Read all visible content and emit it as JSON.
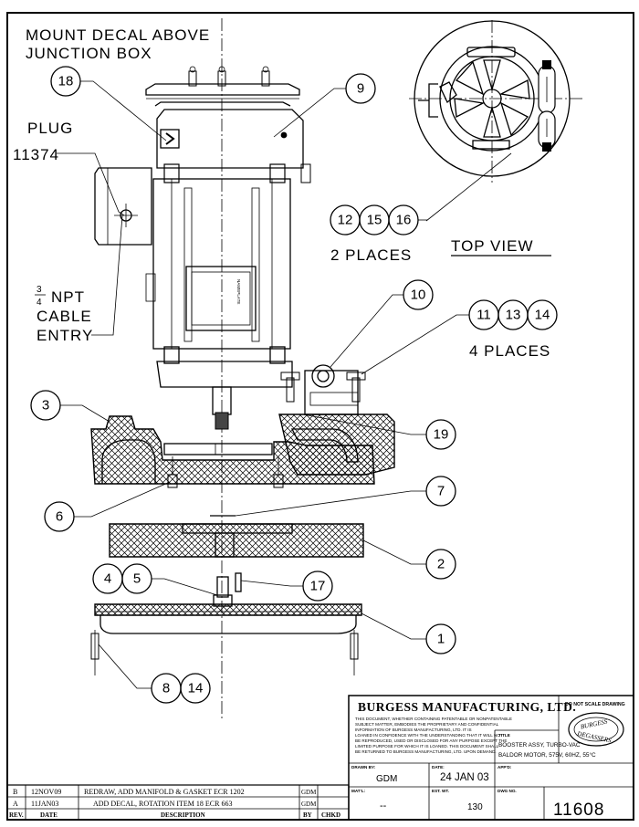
{
  "notes": {
    "mount_decal_line1": "MOUNT DECAL ABOVE",
    "mount_decal_line2": "JUNCTION BOX",
    "plug_label": "PLUG",
    "plug_number": "11374",
    "npt_fraction_num": "3",
    "npt_fraction_den": "4",
    "npt_label": "NPT",
    "cable_label": "CABLE",
    "entry_label": "ENTRY",
    "places_2": "2 PLACES",
    "places_4": "4 PLACES",
    "top_view": "TOP VIEW",
    "nameplate": "NAMEPLATE"
  },
  "balloons": {
    "b18": "18",
    "b9": "9",
    "b12": "12",
    "b15": "15",
    "b16": "16",
    "b10": "10",
    "b11": "11",
    "b13": "13",
    "b14a": "14",
    "b3": "3",
    "b19": "19",
    "b6": "6",
    "b7": "7",
    "b2": "2",
    "b4": "4",
    "b5": "5",
    "b17": "17",
    "b1": "1",
    "b8": "8",
    "b14b": "14"
  },
  "title_block": {
    "company": "BURGESS MANUFACTURING, LTD.",
    "do_not_scale": "DO NOT SCALE DRAWING",
    "disclaimer_lines": [
      "THIS DOCUMENT, WHETHER CONTAINING PATENTABLE OR NONPATENTABLE",
      "SUBJECT MATTER, EMBODIES THE PROPRIETARY AND CONFIDENTIAL",
      "INFORMATION OF BURGESS MANUFACTURING, LTD. IT IS",
      "LOANED IN CONFIDENCE WITH THE UNDERSTANDING THAT IT WILL NOT",
      "BE REPRODUCED, USED OR DISCLOSED FOR ANY PURPOSE EXCEPT THE",
      "LIMITED PURPOSE FOR WHICH IT IS LOANED. THIS DOCUMENT SHALL",
      "BE RETURNED TO BURGESS MANUFACTURING, LTD. UPON DEMAND."
    ],
    "logo_top": "BURGESS",
    "logo_bottom": "DEGASSERS",
    "title_label": "TITLE",
    "title_line1": "BOOSTER ASSY, TURBO-VAC",
    "title_line2": "BALDOR MOTOR, 575V, 60HZ, 55°C",
    "drawn_by_label": "DRAWN BY:",
    "drawn_by": "GDM",
    "date_label": "DATE:",
    "date": "24 JAN 03",
    "appd_label": "APP'D:",
    "matl_label": "MAT'L:",
    "matl": "--",
    "est_wt_label": "EST. WT.",
    "est_wt": "130",
    "dwg_no_label": "DWG NO.",
    "dwg_no": "11608"
  },
  "revisions": {
    "headers": {
      "rev": "REV.",
      "date": "DATE",
      "description": "DESCRIPTION",
      "by": "BY",
      "chkd": "CHKD"
    },
    "rows": [
      {
        "rev": "B",
        "date": "12NOV09",
        "description": "REDRAW, ADD MANIFOLD & GASKET  ECR 1202",
        "by": "GDM",
        "chkd": ""
      },
      {
        "rev": "A",
        "date": "11JAN03",
        "description": "ADD DECAL, ROTATION ITEM 18 ECR 663",
        "by": "GDM",
        "chkd": ""
      }
    ]
  }
}
